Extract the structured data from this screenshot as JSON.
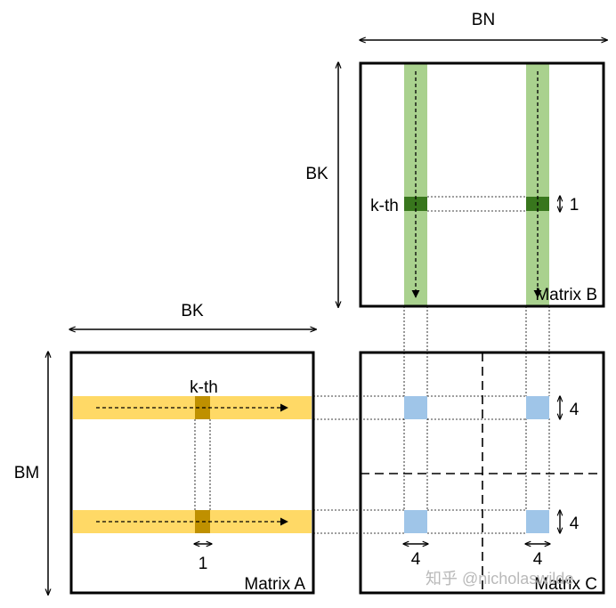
{
  "dims": {
    "bn": "BN",
    "bk_b": "BK",
    "bk_a": "BK",
    "bm": "BM"
  },
  "matrix_a": {
    "label": "Matrix A",
    "kth_label": "k-th",
    "width_label": "1",
    "strip_color": "#ffd966",
    "kth_color": "#bf9000"
  },
  "matrix_b": {
    "label": "Matrix B",
    "kth_label": "k-th",
    "height_label": "1",
    "strip_color": "#a9d18e",
    "kth_color": "#38761d"
  },
  "matrix_c": {
    "label": "Matrix C",
    "tile_color": "#9fc5e8",
    "tile_height_top": "4",
    "tile_height_bottom": "4",
    "tile_width_left": "4",
    "tile_width_right": "4"
  },
  "watermark": "知乎 @nicholaswilde"
}
